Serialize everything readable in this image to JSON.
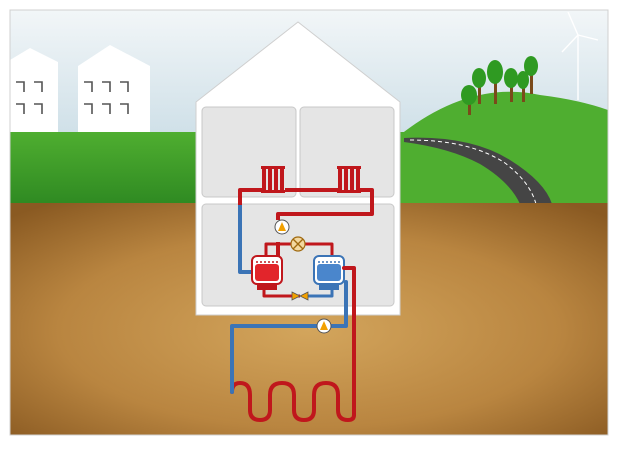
{
  "diagram": {
    "labels": [],
    "colors": {
      "sky": "#dce9ee",
      "grass": "#3f9c2c",
      "grass_light": "#5cb83a",
      "soil": "#b98540",
      "soil_dark": "#8a5a22",
      "house_wall": "#ffffff",
      "room": "#e6e6e6",
      "hot_pipe": "#c0171c",
      "cold_pipe": "#3b74b6",
      "road": "#444444",
      "tree": "#2f9a22"
    },
    "components": [
      {
        "name": "radiator",
        "count": 2
      },
      {
        "name": "pump",
        "count": 2
      },
      {
        "name": "expansion-valve",
        "count": 1
      },
      {
        "name": "compressor",
        "count": 1
      },
      {
        "name": "condenser",
        "count": 1
      },
      {
        "name": "evaporator",
        "count": 1
      },
      {
        "name": "ground-loop",
        "count": 1
      }
    ]
  }
}
